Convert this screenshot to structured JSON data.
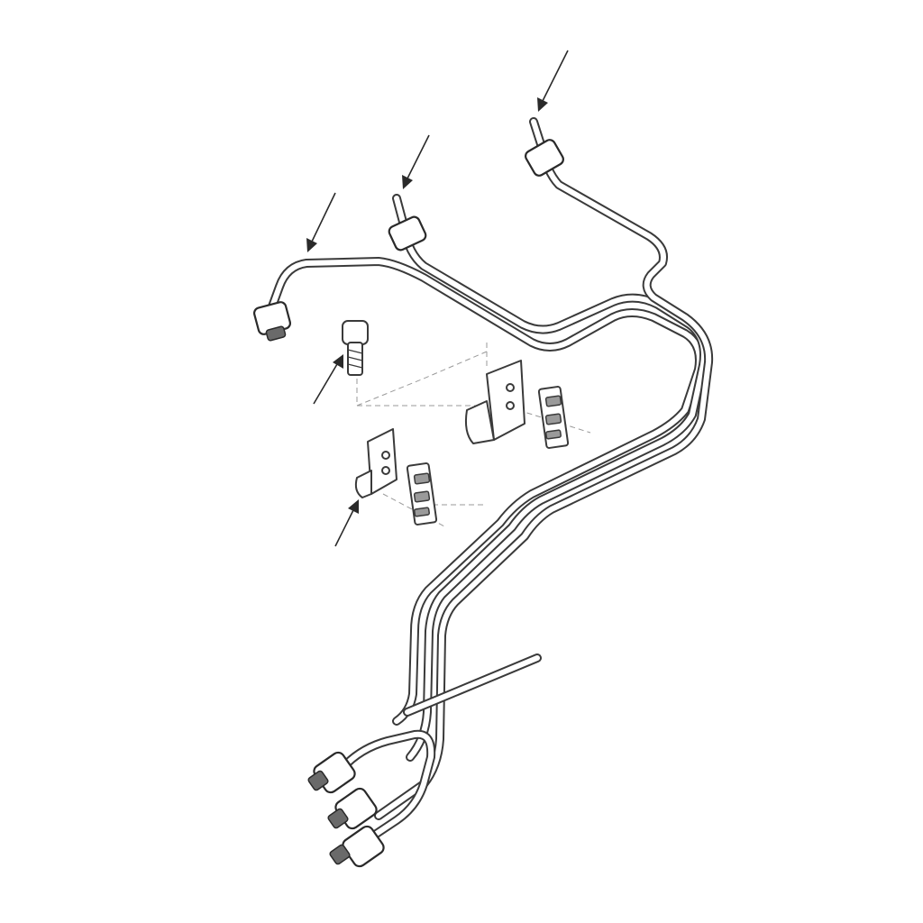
{
  "figure": {
    "background": "#ffffff",
    "line_color": "#3a3a3a",
    "parts": [
      "fuel-line-1",
      "fuel-line-2",
      "fuel-line-3",
      "fuel-line-4",
      "mounting-bolt",
      "bracket-upper",
      "bracket-lower",
      "clamp-upper",
      "clamp-lower"
    ],
    "callout_arrow_count": 5
  }
}
